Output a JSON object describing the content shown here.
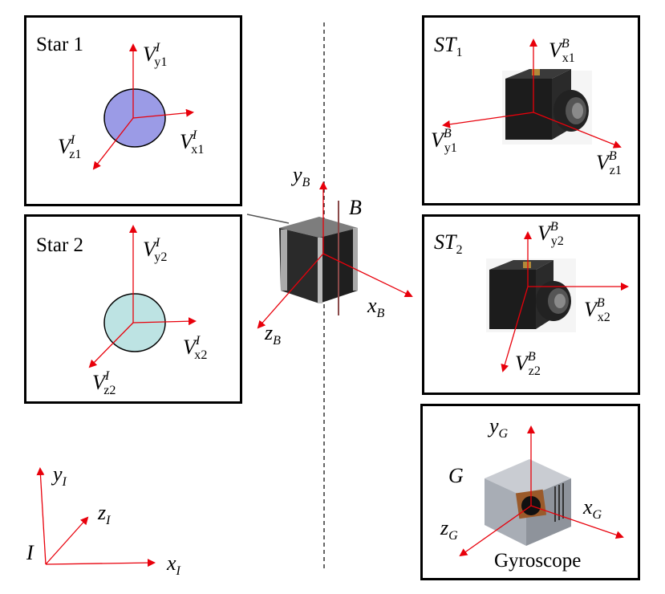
{
  "colors": {
    "arrow": "#e8000b",
    "star1_fill": "#9b9be6",
    "star2_fill": "#bde3e3",
    "frame": "#000000"
  },
  "star1": {
    "title": "Star 1",
    "vy": {
      "base": "V",
      "sup": "I",
      "sub": "y1"
    },
    "vx": {
      "base": "V",
      "sup": "I",
      "sub": "x1"
    },
    "vz": {
      "base": "V",
      "sup": "I",
      "sub": "z1"
    }
  },
  "star2": {
    "title": "Star 2",
    "vy": {
      "base": "V",
      "sup": "I",
      "sub": "y2"
    },
    "vx": {
      "base": "V",
      "sup": "I",
      "sub": "x2"
    },
    "vz": {
      "base": "V",
      "sup": "I",
      "sub": "z2"
    }
  },
  "st1": {
    "title_base": "ST",
    "title_sub": "1",
    "vx": {
      "base": "V",
      "sup": "B",
      "sub": "x1"
    },
    "vy": {
      "base": "V",
      "sup": "B",
      "sub": "y1"
    },
    "vz": {
      "base": "V",
      "sup": "B",
      "sub": "z1"
    }
  },
  "st2": {
    "title_base": "ST",
    "title_sub": "2",
    "vy": {
      "base": "V",
      "sup": "B",
      "sub": "y2"
    },
    "vx": {
      "base": "V",
      "sup": "B",
      "sub": "x2"
    },
    "vz": {
      "base": "V",
      "sup": "B",
      "sub": "z2"
    }
  },
  "gyro": {
    "frame": "G",
    "caption": "Gyroscope",
    "y": {
      "base": "y",
      "sub": "G"
    },
    "x": {
      "base": "x",
      "sub": "G"
    },
    "z": {
      "base": "z",
      "sub": "G"
    }
  },
  "body": {
    "frame": "B",
    "y": {
      "base": "y",
      "sub": "B"
    },
    "x": {
      "base": "x",
      "sub": "B"
    },
    "z": {
      "base": "z",
      "sub": "B"
    }
  },
  "inertial": {
    "frame": "I",
    "y": {
      "base": "y",
      "sub": "I"
    },
    "z": {
      "base": "z",
      "sub": "I"
    },
    "x": {
      "base": "x",
      "sub": "I"
    }
  }
}
